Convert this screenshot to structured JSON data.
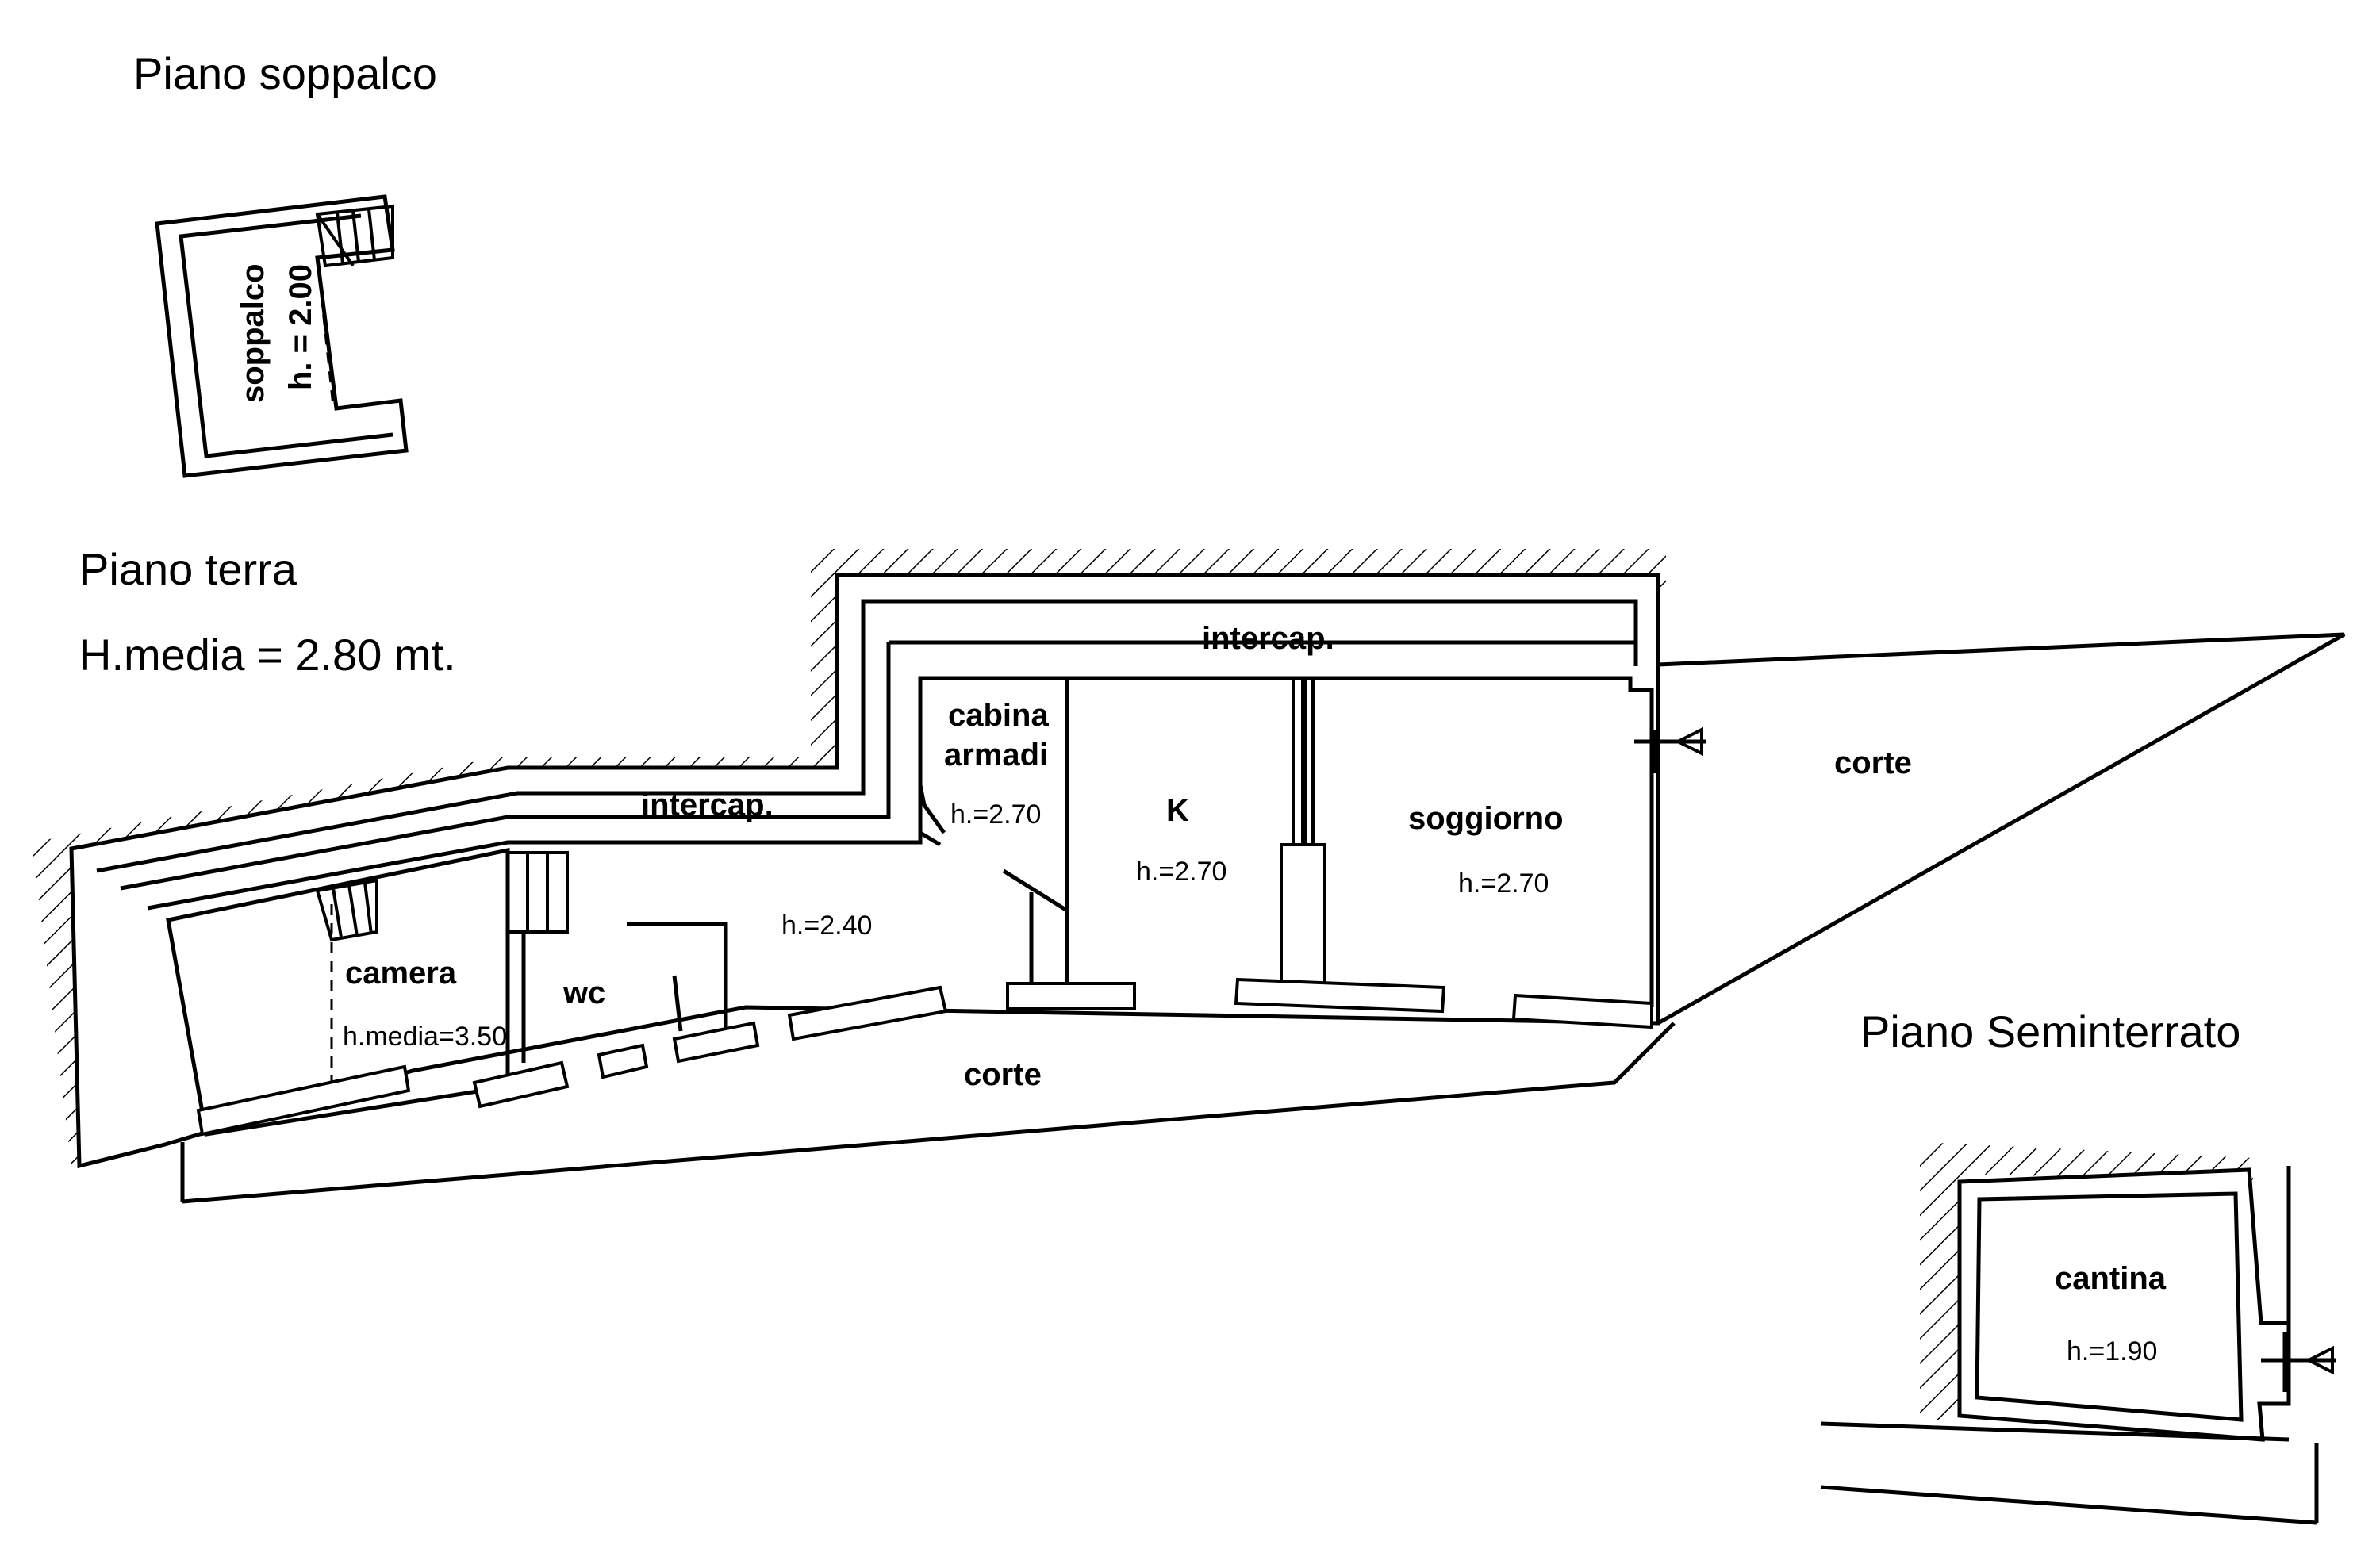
{
  "titles": {
    "soppalco_floor": "Piano soppalco",
    "ground_floor": "Piano  terra",
    "ground_avg_height": "H.media = 2.80 mt.",
    "basement_floor": "Piano Seminterrato"
  },
  "rooms": {
    "soppalco": {
      "name": "soppalco",
      "height": "h. = 2.00"
    },
    "intercap_top": {
      "name": "intercap."
    },
    "intercap_left": {
      "name": "intercap."
    },
    "cabina": {
      "name_line1": "cabina",
      "name_line2": "armadi",
      "height": "h.=2.70"
    },
    "kitchen": {
      "name": "K",
      "height": "h.=2.70"
    },
    "soggiorno": {
      "name": "soggiorno",
      "height": "h.=2.70"
    },
    "corridor": {
      "height": "h.=2.40"
    },
    "camera": {
      "name": "camera",
      "height": "h.media=3.50"
    },
    "wc": {
      "name": "wc"
    },
    "corte_right": {
      "name": "corte"
    },
    "corte_bottom": {
      "name": "corte"
    },
    "cantina": {
      "name": "cantina",
      "height": "h.=1.90"
    }
  }
}
